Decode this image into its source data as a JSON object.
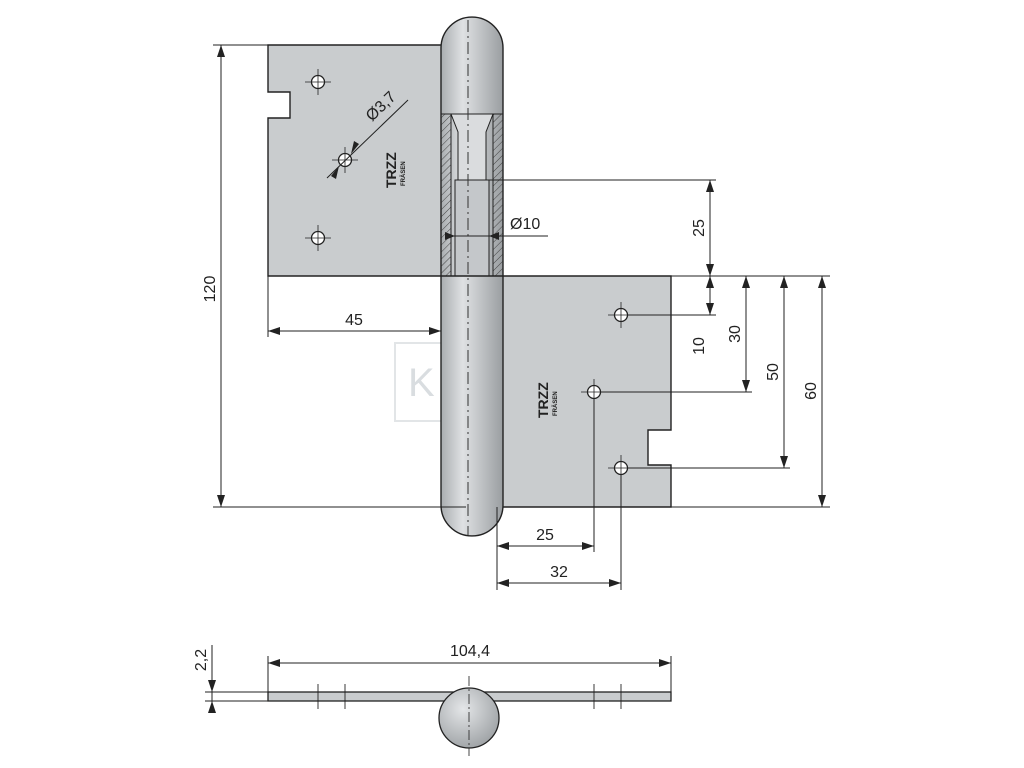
{
  "colors": {
    "plate_fill": "#c9ccce",
    "knuckle_fill": "#b9bcbf",
    "line": "#222222",
    "background": "#ffffff",
    "watermark": "#d9dde0"
  },
  "dimensions": {
    "total_height": "120",
    "leaf_width": "45",
    "hole_diameter": "Ø3,7",
    "pin_diameter": "Ø10",
    "sleeve_depth": "25",
    "first_hole": "10",
    "middle_hole": "30",
    "slot_center": "50",
    "leaf_height": "60",
    "pin_to_middle_hole": "25",
    "pin_to_outer_holes": "32",
    "total_width": "104,4",
    "thickness": "2,2"
  },
  "logo": {
    "brand": "TRZZ",
    "sub": "FRÄSEN"
  },
  "watermark": {
    "text": "KOVAHE"
  }
}
